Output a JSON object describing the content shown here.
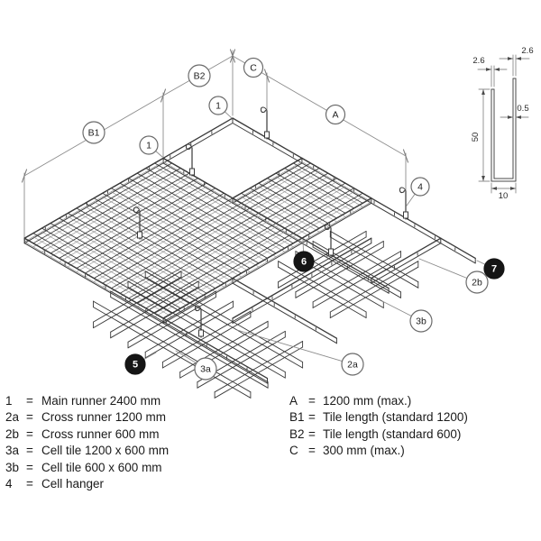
{
  "colors": {
    "ink": "#3a3a3a",
    "mesh_top": "#303030",
    "mesh_bottom": "#8f8f8f",
    "dim_line": "#8c8c8c",
    "tick": "#7a7a7a",
    "callout_stroke": "#6a6a6a",
    "callout_text": "#1c1c1c",
    "badge_fill": "#151515",
    "badge_text": "#ffffff",
    "profile_line": "#4a4a4a",
    "dim_text": "#2a2a2a",
    "background": "#ffffff"
  },
  "diagram": {
    "callouts": [
      {
        "id": "1a",
        "label": "1",
        "style": "outline"
      },
      {
        "id": "1b",
        "label": "1",
        "style": "outline"
      },
      {
        "id": "2a",
        "label": "2a",
        "style": "outline"
      },
      {
        "id": "2b",
        "label": "2b",
        "style": "outline"
      },
      {
        "id": "3a",
        "label": "3a",
        "style": "outline"
      },
      {
        "id": "3b",
        "label": "3b",
        "style": "outline"
      },
      {
        "id": "4",
        "label": "4",
        "style": "outline"
      },
      {
        "id": "5",
        "label": "5",
        "style": "filled"
      },
      {
        "id": "6",
        "label": "6",
        "style": "filled"
      },
      {
        "id": "7",
        "label": "7",
        "style": "filled"
      },
      {
        "id": "A",
        "label": "A",
        "style": "outline"
      },
      {
        "id": "B1",
        "label": "B1",
        "style": "outline"
      },
      {
        "id": "B2",
        "label": "B2",
        "style": "outline"
      },
      {
        "id": "C",
        "label": "C",
        "style": "outline"
      }
    ],
    "profile_dims": {
      "top_left": "2.6",
      "top_right": "2.6",
      "thickness": "0.5",
      "height": "50",
      "width": "10"
    }
  },
  "legend": {
    "equals": "=",
    "left": [
      {
        "id": "1",
        "text": "Main runner 2400 mm"
      },
      {
        "id": "2a",
        "text": "Cross runner 1200 mm"
      },
      {
        "id": "2b",
        "text": "Cross runner 600 mm"
      },
      {
        "id": "3a",
        "text": "Cell tile 1200 x 600 mm"
      },
      {
        "id": "3b",
        "text": "Cell tile 600 x 600 mm"
      },
      {
        "id": "4",
        "text": "Cell hanger"
      }
    ],
    "right": [
      {
        "id": "A",
        "text": "1200 mm (max.)"
      },
      {
        "id": "B1",
        "text": "Tile length (standard 1200)"
      },
      {
        "id": "B2",
        "text": "Tile length (standard 600)"
      },
      {
        "id": "C",
        "text": "300 mm (max.)"
      }
    ]
  }
}
